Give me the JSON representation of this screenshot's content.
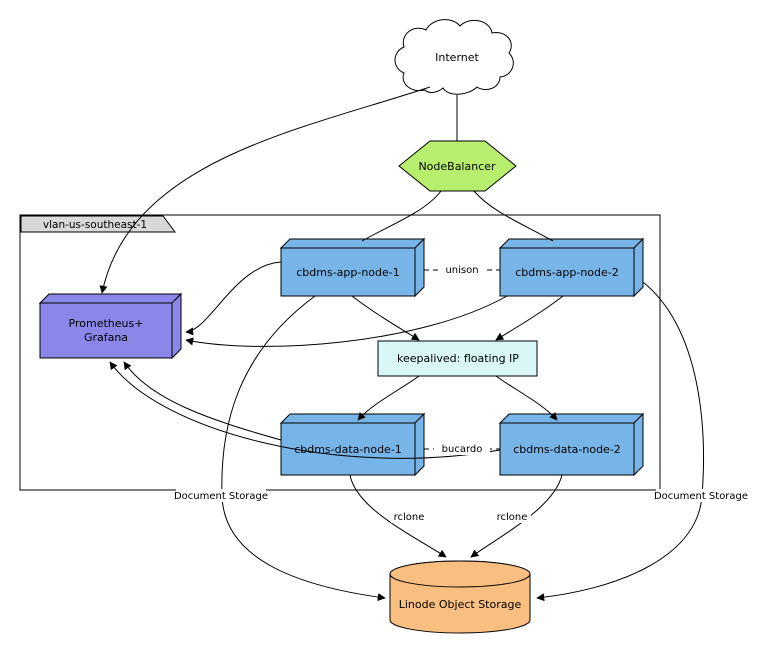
{
  "diagram": {
    "internet": {
      "label": "Internet"
    },
    "nodebalancer": {
      "label": "NodeBalancer"
    },
    "vlan": {
      "label": "vlan-us-southeast-1"
    },
    "app_node_1": {
      "label": "cbdms-app-node-1"
    },
    "app_node_2": {
      "label": "cbdms-app-node-2"
    },
    "prometheus": {
      "label_line1": "Prometheus+",
      "label_line2": "Grafana"
    },
    "keepalived": {
      "label": "keepalived: floating IP"
    },
    "data_node_1": {
      "label": "cbdms-data-node-1"
    },
    "data_node_2": {
      "label": "cbdms-data-node-2"
    },
    "object_storage": {
      "label": "Linode Object Storage"
    },
    "edges": {
      "unison": "unison",
      "bucardo": "bucardo",
      "rclone_left": "rclone",
      "rclone_right": "rclone",
      "document_storage_left": "Document Storage",
      "document_storage_right": "Document Storage"
    }
  },
  "colors": {
    "cloud_fill": "#ffffff",
    "nodebalancer_fill": "#b7ee6e",
    "node_fill": "#77b5e8",
    "prometheus_fill": "#8a87e8",
    "keepalived_fill": "#d9f7f7",
    "storage_fill": "#f9bf80",
    "vlan_tab_fill": "#d9d9d9",
    "stroke": "#000000"
  }
}
